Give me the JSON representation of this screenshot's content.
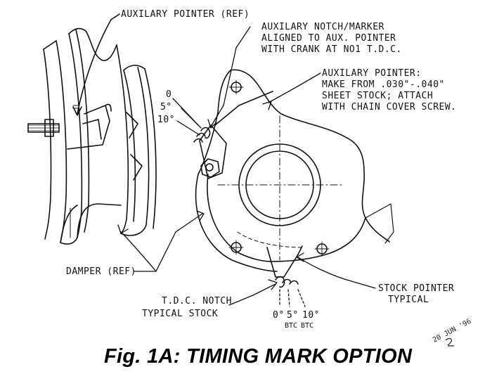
{
  "labels": {
    "aux_pointer_ref": "AUXILARY POINTER (REF)",
    "aux_notch_1": "AUXILARY NOTCH/MARKER",
    "aux_notch_2": "ALIGNED TO AUX. POINTER",
    "aux_notch_3": "WITH CRANK AT NO1 T.D.C.",
    "aux_make_1": "AUXILARY POINTER:",
    "aux_make_2": "MAKE FROM .030\"-.040\"",
    "aux_make_3": "SHEET STOCK; ATTACH",
    "aux_make_4": "WITH CHAIN COVER SCREW.",
    "deg_0": "0",
    "deg_5": "5°",
    "deg_10": "10°",
    "damper_ref": "DAMPER (REF)",
    "tdc_1": "T.D.C. NOTCH",
    "tdc_2": "TYPICAL STOCK",
    "stock_1": "STOCK POINTER",
    "stock_2": "TYPICAL",
    "bottom_0": "0°",
    "bottom_5": "5°",
    "bottom_10": "10°",
    "btc_1": "BTC",
    "btc_2": "BTC"
  },
  "caption": "Fig. 1A:  TIMING MARK OPTION",
  "signature": "20 JUN '96"
}
